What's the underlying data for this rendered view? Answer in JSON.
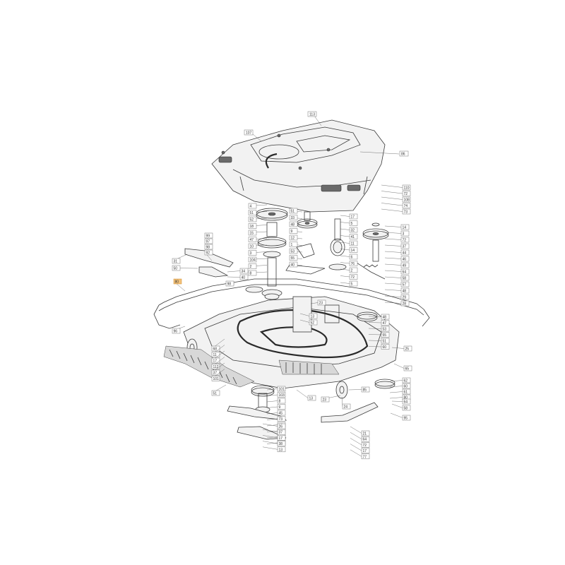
{
  "diagram": {
    "part_numbers": {
      "cover_top": "113",
      "cover_left": "107",
      "cover_right_mount": "86",
      "cover_tags": [
        "110",
        "72",
        "108",
        "74",
        "73"
      ],
      "left_tags": [
        "4",
        "51",
        "52",
        "18",
        "15",
        "47",
        "10",
        "3",
        "104",
        "2",
        "8"
      ],
      "center_tags": [
        "51",
        "33",
        "48",
        "9",
        "12",
        "1",
        "53",
        "55",
        "40"
      ],
      "pulley_tags": [
        "17",
        "5",
        "32",
        "41",
        "11",
        "14",
        "6",
        "76",
        "2",
        "72",
        "5"
      ],
      "right_tags": [
        "14",
        "3",
        "72",
        "37",
        "44",
        "46",
        "49",
        "64",
        "58",
        "57",
        "48",
        "29",
        "28"
      ],
      "blade_left_tags": [
        "99",
        "97",
        "98",
        "92",
        "31",
        "50",
        "34",
        "40",
        "98"
      ],
      "highlighted": "80",
      "deck_left_tags": [
        "96",
        "68",
        "11",
        "17",
        "112",
        "37",
        "101"
      ],
      "deck_center_tags": [
        "23",
        "13",
        "52",
        "48",
        "47",
        "53",
        "55",
        "51",
        "60",
        "25"
      ],
      "deck_bottom_tags": [
        "62",
        "60",
        "61",
        "80",
        "85",
        "13",
        "23",
        "24",
        "64",
        "58"
      ],
      "spindle_tags": [
        "101",
        "103",
        "8",
        "9",
        "45",
        "73",
        "17",
        "21",
        "38",
        "25"
      ],
      "blade_bottom_left": [
        "26",
        "37",
        "17",
        "38",
        "13"
      ],
      "blade_bottom_right": [
        "21",
        "64",
        "72",
        "17",
        "77"
      ],
      "misc_tags": [
        "95",
        "65",
        "51"
      ]
    }
  }
}
